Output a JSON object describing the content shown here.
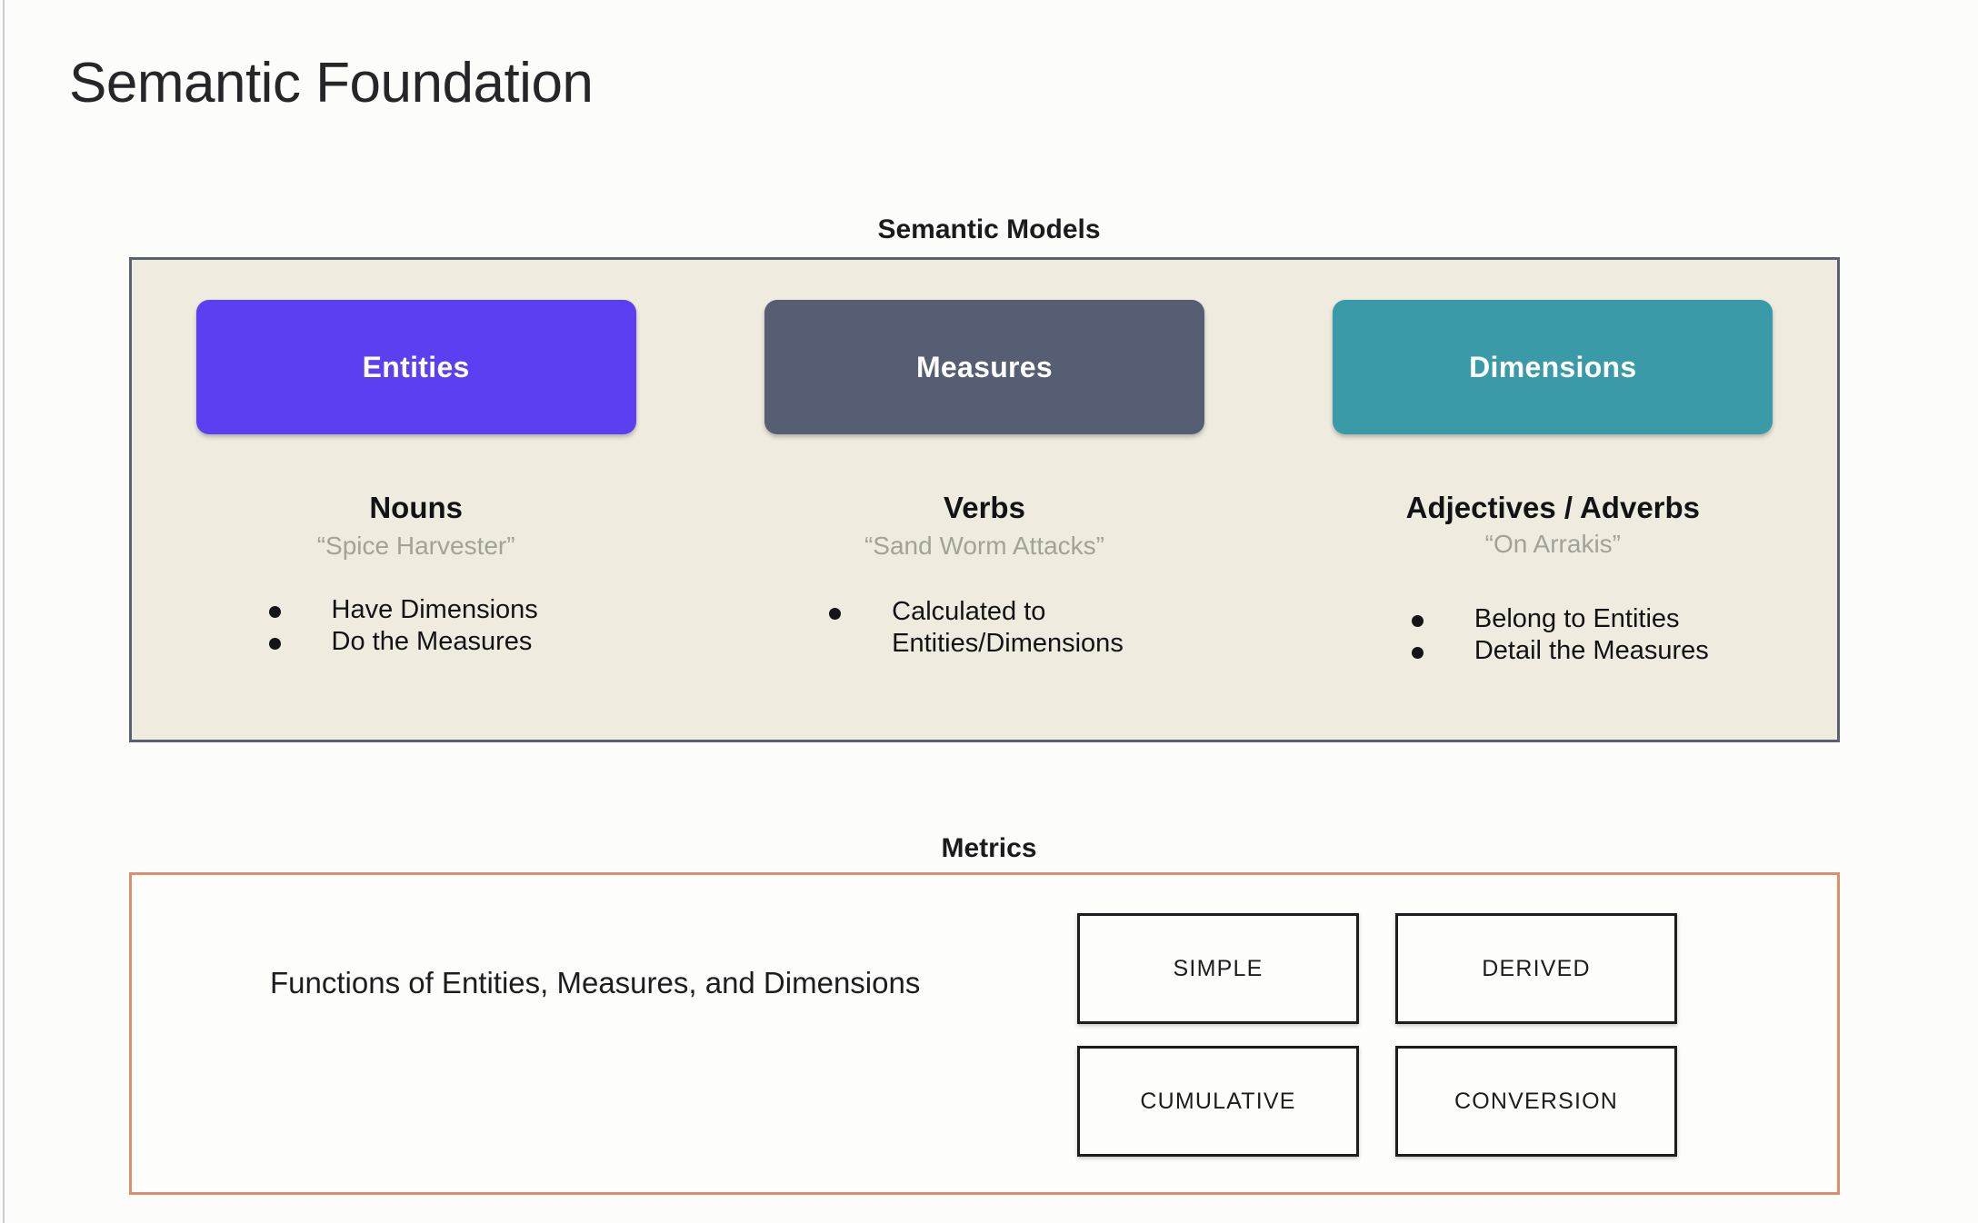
{
  "page": {
    "title": "Semantic Foundation",
    "background_color": "#fcfdfb"
  },
  "semantic_models": {
    "heading": "Semantic Models",
    "panel_background": "#efecdf",
    "panel_border_color": "#5a6170",
    "columns": [
      {
        "card_label": "Entities",
        "card_color": "#5b3ff0",
        "part_of_speech": "Nouns",
        "example": "“Spice Harvester”",
        "bullets": [
          "Have Dimensions",
          "Do the Measures"
        ]
      },
      {
        "card_label": "Measures",
        "card_color": "#555e72",
        "part_of_speech": "Verbs",
        "example": "“Sand Worm Attacks”",
        "bullets": [
          "Calculated to\nEntities/Dimensions"
        ]
      },
      {
        "card_label": "Dimensions",
        "card_color": "#3a9aa8",
        "part_of_speech": "Adjectives / Adverbs",
        "example": "“On Arrakis”",
        "bullets": [
          "Belong to Entities",
          "Detail the Measures"
        ]
      }
    ]
  },
  "metrics": {
    "heading": "Metrics",
    "panel_border_color": "#dd8f6c",
    "description": "Functions of Entities, Measures, and Dimensions",
    "types": [
      "SIMPLE",
      "DERIVED",
      "CUMULATIVE",
      "CONVERSION"
    ]
  }
}
